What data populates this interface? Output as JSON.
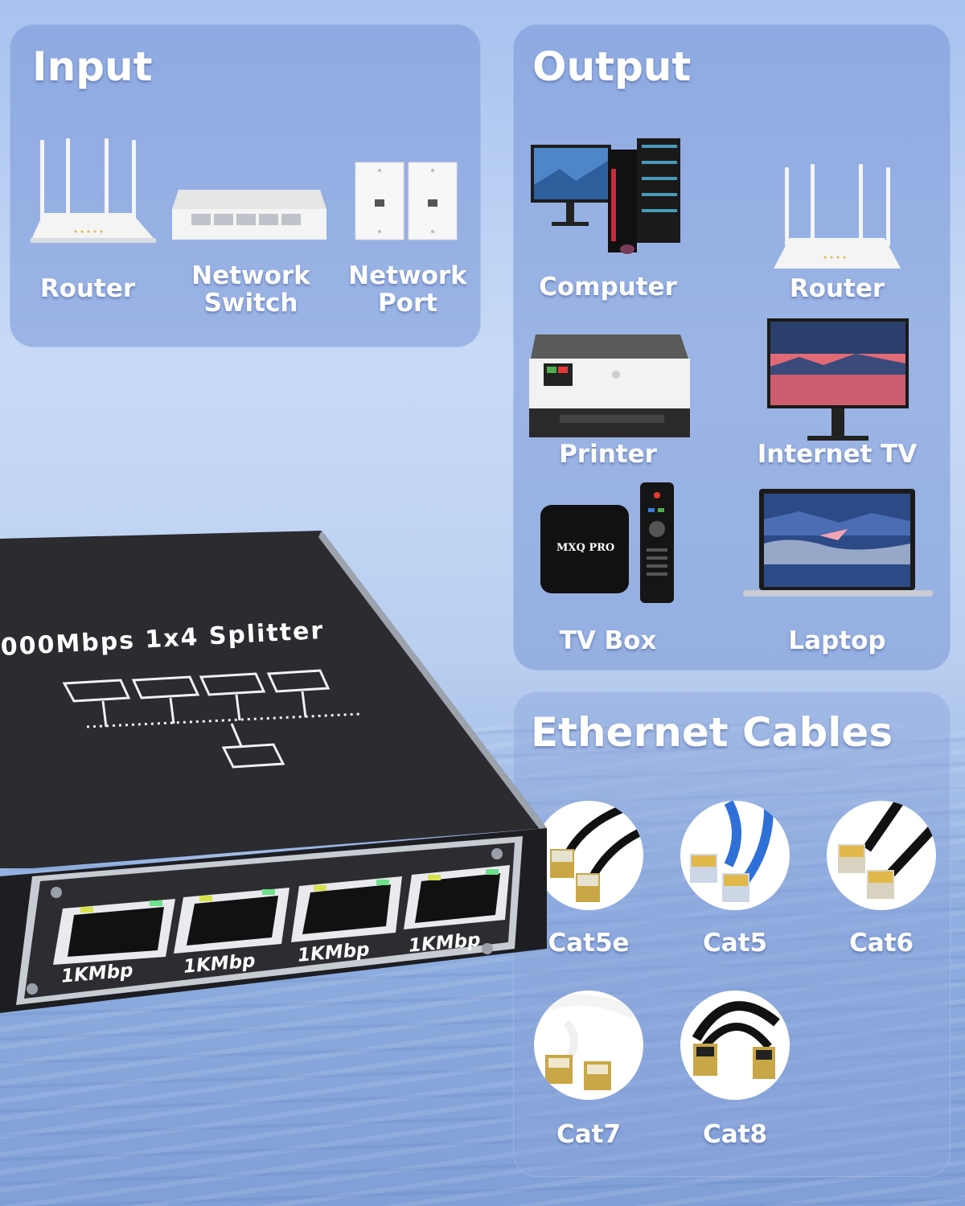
{
  "input": {
    "title": "Input",
    "items": [
      {
        "label_line1": "Router",
        "label_line2": "",
        "icon": "router-icon"
      },
      {
        "label_line1": "Network",
        "label_line2": "Switch",
        "icon": "network-switch-icon"
      },
      {
        "label_line1": "Network",
        "label_line2": "Port",
        "icon": "wall-port-icon"
      }
    ]
  },
  "output": {
    "title": "Output",
    "items": [
      {
        "label": "Computer",
        "icon": "computer-icon"
      },
      {
        "label": "Router",
        "icon": "router-icon"
      },
      {
        "label": "Printer",
        "icon": "printer-icon"
      },
      {
        "label": "Internet TV",
        "icon": "tv-icon"
      },
      {
        "label": "TV Box",
        "icon": "tv-box-icon"
      },
      {
        "label": "Laptop",
        "icon": "laptop-icon"
      }
    ]
  },
  "cables": {
    "title": "Ethernet Cables",
    "items": [
      {
        "label": "Cat5e",
        "color": "#111111"
      },
      {
        "label": "Cat5",
        "color": "#2f6fd8"
      },
      {
        "label": "Cat6",
        "color": "#111111"
      },
      {
        "label": "Cat7",
        "color": "#f2f2f2"
      },
      {
        "label": "Cat8",
        "color": "#111111"
      }
    ]
  },
  "device": {
    "top_text": "000Mbps 1x4 Splitter",
    "tv_box_brand": "MXQ PRO",
    "ports": [
      "1KMbp",
      "1KMbp",
      "1KMbp",
      "1KMbp"
    ]
  },
  "colors": {
    "panel": "#8aa6e0",
    "text": "#ffffff",
    "device_body": "#2a2a2e"
  }
}
